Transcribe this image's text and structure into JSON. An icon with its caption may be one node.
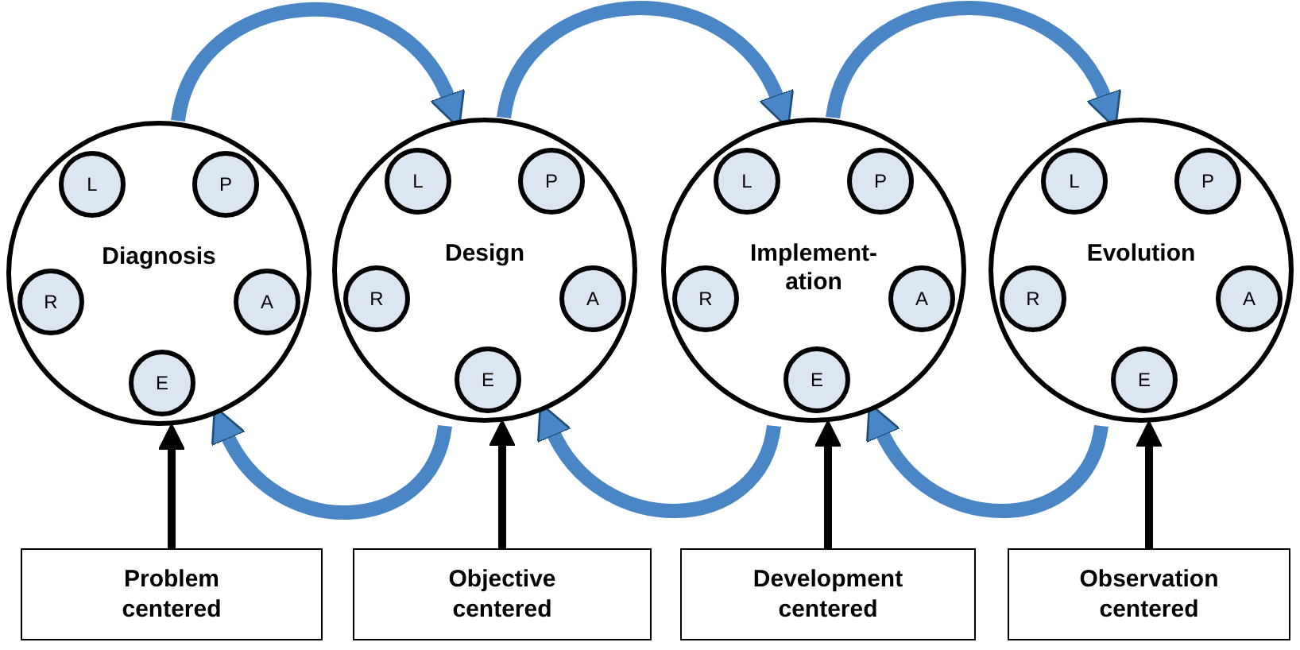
{
  "diagram": {
    "nodes": [
      {
        "text": [
          "Diagnosis"
        ]
      },
      {
        "text": [
          "L"
        ],
        "in": 0
      },
      {
        "text": [
          "P"
        ],
        "in": 0
      },
      {
        "text": [
          "R"
        ],
        "in": 0
      },
      {
        "text": [
          "A"
        ],
        "in": 0
      },
      {
        "text": [
          "E"
        ],
        "in": 0
      },
      {
        "text": [
          "Design"
        ]
      },
      {
        "text": [
          "L"
        ],
        "in": 6
      },
      {
        "text": [
          "P"
        ],
        "in": 6
      },
      {
        "text": [
          "R"
        ],
        "in": 6
      },
      {
        "text": [
          "A"
        ],
        "in": 6
      },
      {
        "text": [
          "E"
        ],
        "in": 6
      },
      {
        "text": [
          "Implement- ation"
        ]
      },
      {
        "text": [
          "L"
        ],
        "in": 12
      },
      {
        "text": [
          "P"
        ],
        "in": 12
      },
      {
        "text": [
          "R"
        ],
        "in": 12
      },
      {
        "text": [
          "A"
        ],
        "in": 12
      },
      {
        "text": [
          "E"
        ],
        "in": 12
      },
      {
        "text": [
          "Evolution"
        ]
      },
      {
        "text": [
          "L"
        ],
        "in": 18
      },
      {
        "text": [
          "P"
        ],
        "in": 18
      },
      {
        "text": [
          "R"
        ],
        "in": 18
      },
      {
        "text": [
          "A"
        ],
        "in": 18
      },
      {
        "text": [
          "E"
        ],
        "in": 18
      },
      {
        "text": [
          "Problem centered"
        ]
      },
      {
        "text": [
          "Objective centered"
        ]
      },
      {
        "text": [
          "Development centered"
        ]
      },
      {
        "text": [
          "Observation centered"
        ]
      }
    ],
    "edges": [
      {
        "from": 0,
        "to": 6,
        "arrow": "to"
      },
      {
        "from": 6,
        "to": 12,
        "arrow": "to"
      },
      {
        "from": 12,
        "to": 18,
        "arrow": "to"
      },
      {
        "from": 6,
        "to": 0,
        "arrow": "to"
      },
      {
        "from": 12,
        "to": 6,
        "arrow": "to"
      },
      {
        "from": 18,
        "to": 12,
        "arrow": "to"
      },
      {
        "from": 24,
        "to": 0,
        "arrow": "to",
        "color": "#000000"
      },
      {
        "from": 25,
        "to": 6,
        "arrow": "to",
        "color": "#000000"
      },
      {
        "from": 26,
        "to": 12,
        "arrow": "to",
        "color": "#000000"
      },
      {
        "from": 27,
        "to": 18,
        "arrow": "to",
        "color": "#000000"
      }
    ]
  }
}
